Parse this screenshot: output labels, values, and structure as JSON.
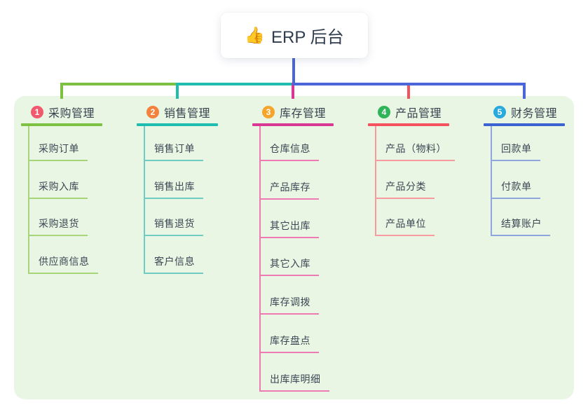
{
  "root": {
    "icon": "👍",
    "label": "ERP 后台"
  },
  "colors": {
    "page_bg": "#ffffff",
    "panel_bg": "#e9f6e4",
    "text_dark": "#3b4754",
    "root_text": "#2f3c4d",
    "root_connector": "#4a66d8"
  },
  "branches": [
    {
      "number": "1",
      "label": "采购管理",
      "badge_color": "#f0596e",
      "line_color": "#7cc142",
      "child_line_color": "#a6d478",
      "children": [
        "采购订单",
        "采购入库",
        "采购退货",
        "供应商信息"
      ]
    },
    {
      "number": "2",
      "label": "销售管理",
      "badge_color": "#f5823c",
      "line_color": "#1fbdb0",
      "child_line_color": "#6fccc2",
      "children": [
        "销售订单",
        "销售出库",
        "销售退货",
        "客户信息"
      ]
    },
    {
      "number": "3",
      "label": "库存管理",
      "badge_color": "#f5a52b",
      "line_color": "#d93794",
      "child_line_color": "#ee7ab4",
      "children": [
        "仓库信息",
        "产品库存",
        "其它出库",
        "其它入库",
        "库存调拨",
        "库存盘点",
        "出库库明细"
      ]
    },
    {
      "number": "4",
      "label": "产品管理",
      "badge_color": "#2fb457",
      "line_color": "#f4525f",
      "child_line_color": "#f89ba1",
      "children": [
        "产品（物料）",
        "产品分类",
        "产品单位"
      ]
    },
    {
      "number": "5",
      "label": "财务管理",
      "badge_color": "#29a9dc",
      "line_color": "#3c63d2",
      "child_line_color": "#8ea8df",
      "children": [
        "回款单",
        "付款单",
        "结算账户"
      ]
    }
  ]
}
